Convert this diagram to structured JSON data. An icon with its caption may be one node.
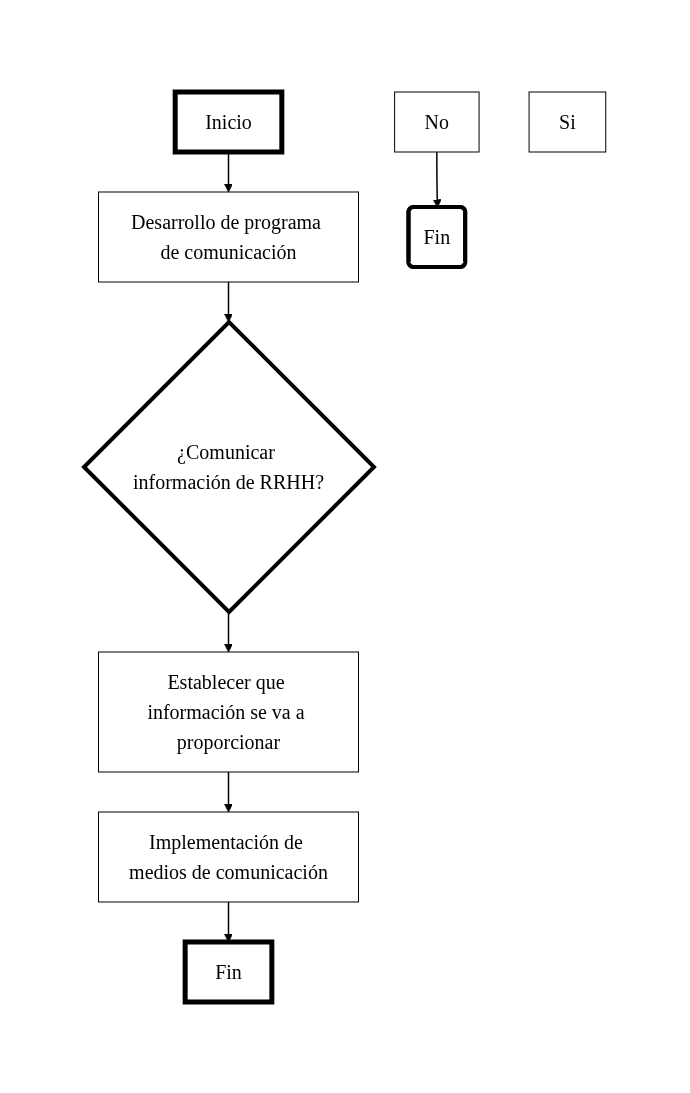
{
  "diagram": {
    "nodes": [
      {
        "text": [
          "Inicio"
        ]
      },
      {
        "text": [
          "Desarrollo de programa de comunicación"
        ]
      },
      {
        "text": [
          "¿Comunicar información de RRHH?"
        ]
      },
      {
        "text": [
          "No"
        ]
      },
      {
        "text": [
          "Fin"
        ]
      },
      {
        "text": [
          "Si"
        ]
      },
      {
        "text": [
          "Establecer que información se va a proporcionar"
        ]
      },
      {
        "text": [
          "Implementación de medios de comunicación"
        ]
      },
      {
        "text": [
          "Fin"
        ]
      }
    ],
    "edges": [
      {
        "from": 0,
        "to": 1,
        "arrow": "to"
      },
      {
        "from": 1,
        "to": 2,
        "arrow": "to"
      },
      {
        "from": 3,
        "to": 4,
        "arrow": "to"
      },
      {
        "from": 2,
        "to": 6,
        "arrow": "to"
      },
      {
        "from": 6,
        "to": 7,
        "arrow": "to"
      },
      {
        "from": 7,
        "to": 8,
        "arrow": "to"
      }
    ]
  }
}
